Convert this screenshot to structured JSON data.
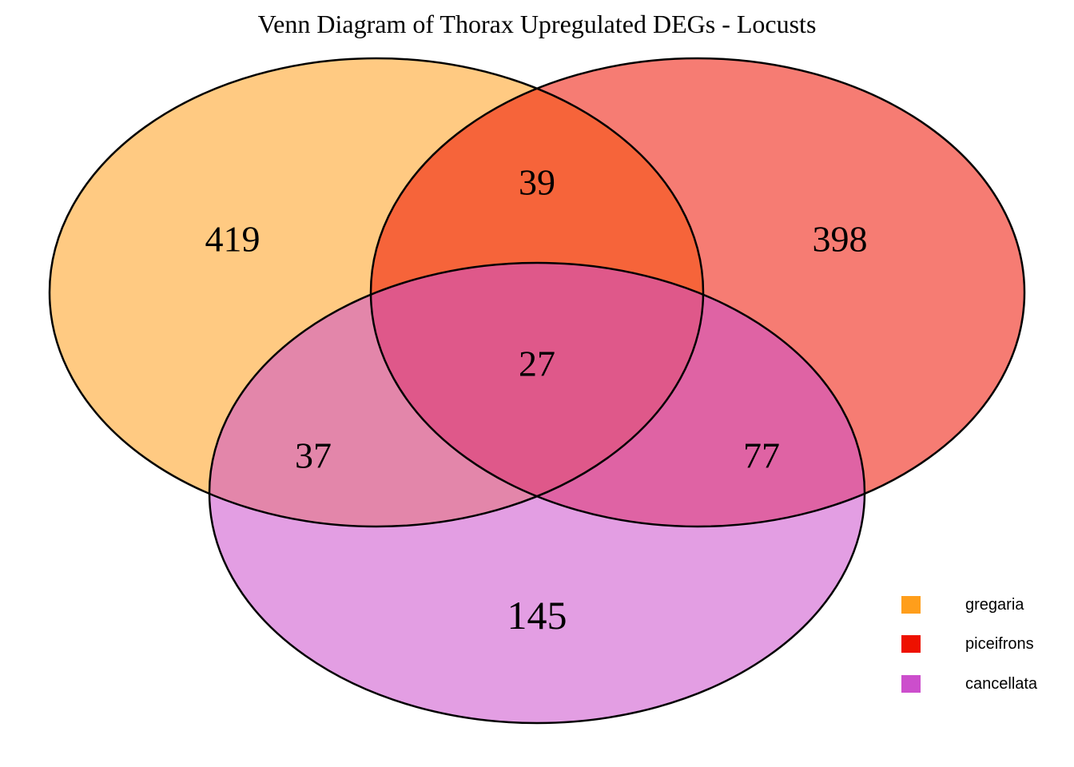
{
  "title": "Venn Diagram of Thorax Upregulated DEGs - Locusts",
  "chart_data": {
    "type": "venn",
    "title": "Venn Diagram of Thorax Upregulated DEGs - Locusts",
    "sets": [
      {
        "name": "gregaria",
        "color": "#FF9E1B"
      },
      {
        "name": "piceifrons",
        "color": "#EE1100"
      },
      {
        "name": "cancellata",
        "color": "#CC4ECC"
      }
    ],
    "regions": {
      "gregaria_only": 419,
      "piceifrons_only": 398,
      "cancellata_only": 145,
      "gregaria_piceifrons": 39,
      "gregaria_cancellata": 37,
      "piceifrons_cancellata": 77,
      "gregaria_piceifrons_cancellata": 27
    },
    "outline_color": "#000000",
    "background": "#FFFFFF",
    "legend_position": "bottom-right",
    "grid": false
  }
}
